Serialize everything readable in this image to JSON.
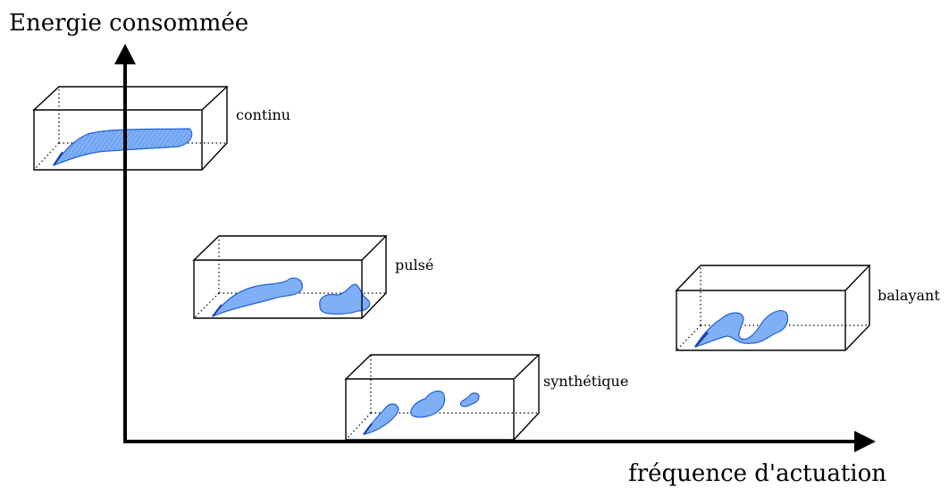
{
  "diagram": {
    "y_axis_label": "Energie consommée",
    "x_axis_label": "fréquence d'actuation",
    "boxes": [
      {
        "id": "continu",
        "label": "continu"
      },
      {
        "id": "pulse",
        "label": "pulsé"
      },
      {
        "id": "synthetique",
        "label": "synthétique"
      },
      {
        "id": "balayant",
        "label": "balayant"
      }
    ],
    "colors": {
      "vortex_fill": "#7fb0f5",
      "vortex_stroke": "#1f5fd6",
      "axis": "#000000"
    }
  }
}
